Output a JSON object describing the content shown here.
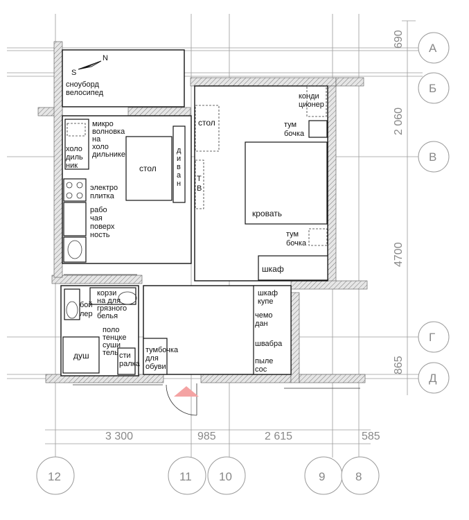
{
  "rooms": {
    "storage": {
      "line1": "сноуборд",
      "line2": "велосипед"
    },
    "kitchen": {
      "micro": [
        "микро",
        "волновка",
        "на",
        "холо",
        "дильнике"
      ],
      "fridge": [
        "холо",
        "диль",
        "ник"
      ],
      "table": "стол",
      "sofa": [
        "д",
        "и",
        "в",
        "а",
        "н"
      ],
      "stove": [
        "электро",
        "плитка"
      ],
      "worktop": [
        "рабо",
        "чая",
        "поверх",
        "ность"
      ]
    },
    "bedroom": {
      "desk": "стол",
      "tv": [
        "Т",
        "В"
      ],
      "ac": [
        "конди",
        "ционер"
      ],
      "night1": [
        "тум",
        "бочка"
      ],
      "bed": "кровать",
      "night2": [
        "тум",
        "бочка"
      ],
      "wardrobe": "шкаф"
    },
    "bath": {
      "basket": [
        "корзи",
        "на для",
        "грязного",
        "белья"
      ],
      "boiler": [
        "бой",
        "лер"
      ],
      "towel": [
        "поло",
        "тенцке",
        "суши",
        "тель"
      ],
      "rail": [
        "сти",
        "ралка"
      ],
      "shower": "душ"
    },
    "hall": {
      "shoes": [
        "тумбочка",
        "для",
        "обуви"
      ],
      "closet": [
        "шкаф",
        "купе"
      ],
      "suitcase": [
        "чемо",
        "дан"
      ],
      "mop": "швабра",
      "vacuum": [
        "пыле",
        "сос"
      ]
    }
  },
  "compass": {
    "n": "N",
    "s": "S"
  },
  "dims_right": [
    "690",
    "2 060",
    "4700",
    "865"
  ],
  "dims_bottom": [
    "3 300",
    "985",
    "2 615",
    "585"
  ],
  "axes_right": [
    "А",
    "Б",
    "В",
    "Г",
    "Д"
  ],
  "axes_bottom": [
    "12",
    "11",
    "10",
    "9",
    "8"
  ]
}
